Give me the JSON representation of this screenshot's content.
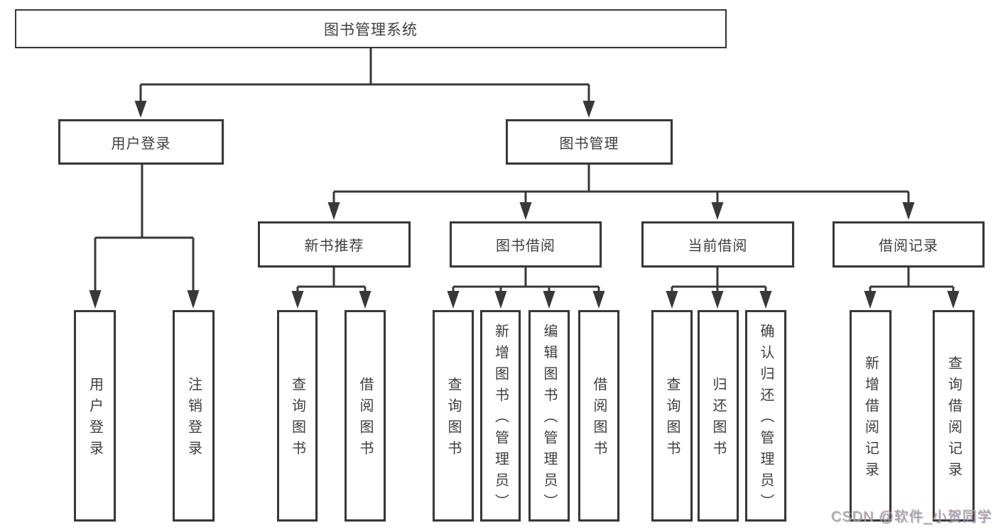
{
  "tree": {
    "root": {
      "label": "图书管理系统"
    },
    "login": {
      "label": "用户登录",
      "children": [
        {
          "label": "用户登录"
        },
        {
          "label": "注销登录"
        }
      ]
    },
    "mgmt": {
      "label": "图书管理",
      "sections": [
        {
          "label": "新书推荐",
          "children": [
            {
              "label": "查询图书"
            },
            {
              "label": "借阅图书"
            }
          ]
        },
        {
          "label": "图书借阅",
          "children": [
            {
              "label": "查询图书"
            },
            {
              "label": "新增图书（管理员）"
            },
            {
              "label": "编辑图书（管理员）"
            },
            {
              "label": "借阅图书"
            }
          ]
        },
        {
          "label": "当前借阅",
          "children": [
            {
              "label": "查询图书"
            },
            {
              "label": "归还图书"
            },
            {
              "label": "确认归还（管理员）"
            }
          ]
        },
        {
          "label": "借阅记录",
          "children": [
            {
              "label": "新增借阅记录"
            },
            {
              "label": "查询借阅记录"
            }
          ]
        }
      ]
    }
  },
  "watermark": {
    "text": "CSDN @软件_小贺同学"
  },
  "colors": {
    "line": "#383838",
    "text": "#3e3e3e",
    "watermark": "#9e9e9e",
    "background": "#ffffff"
  }
}
